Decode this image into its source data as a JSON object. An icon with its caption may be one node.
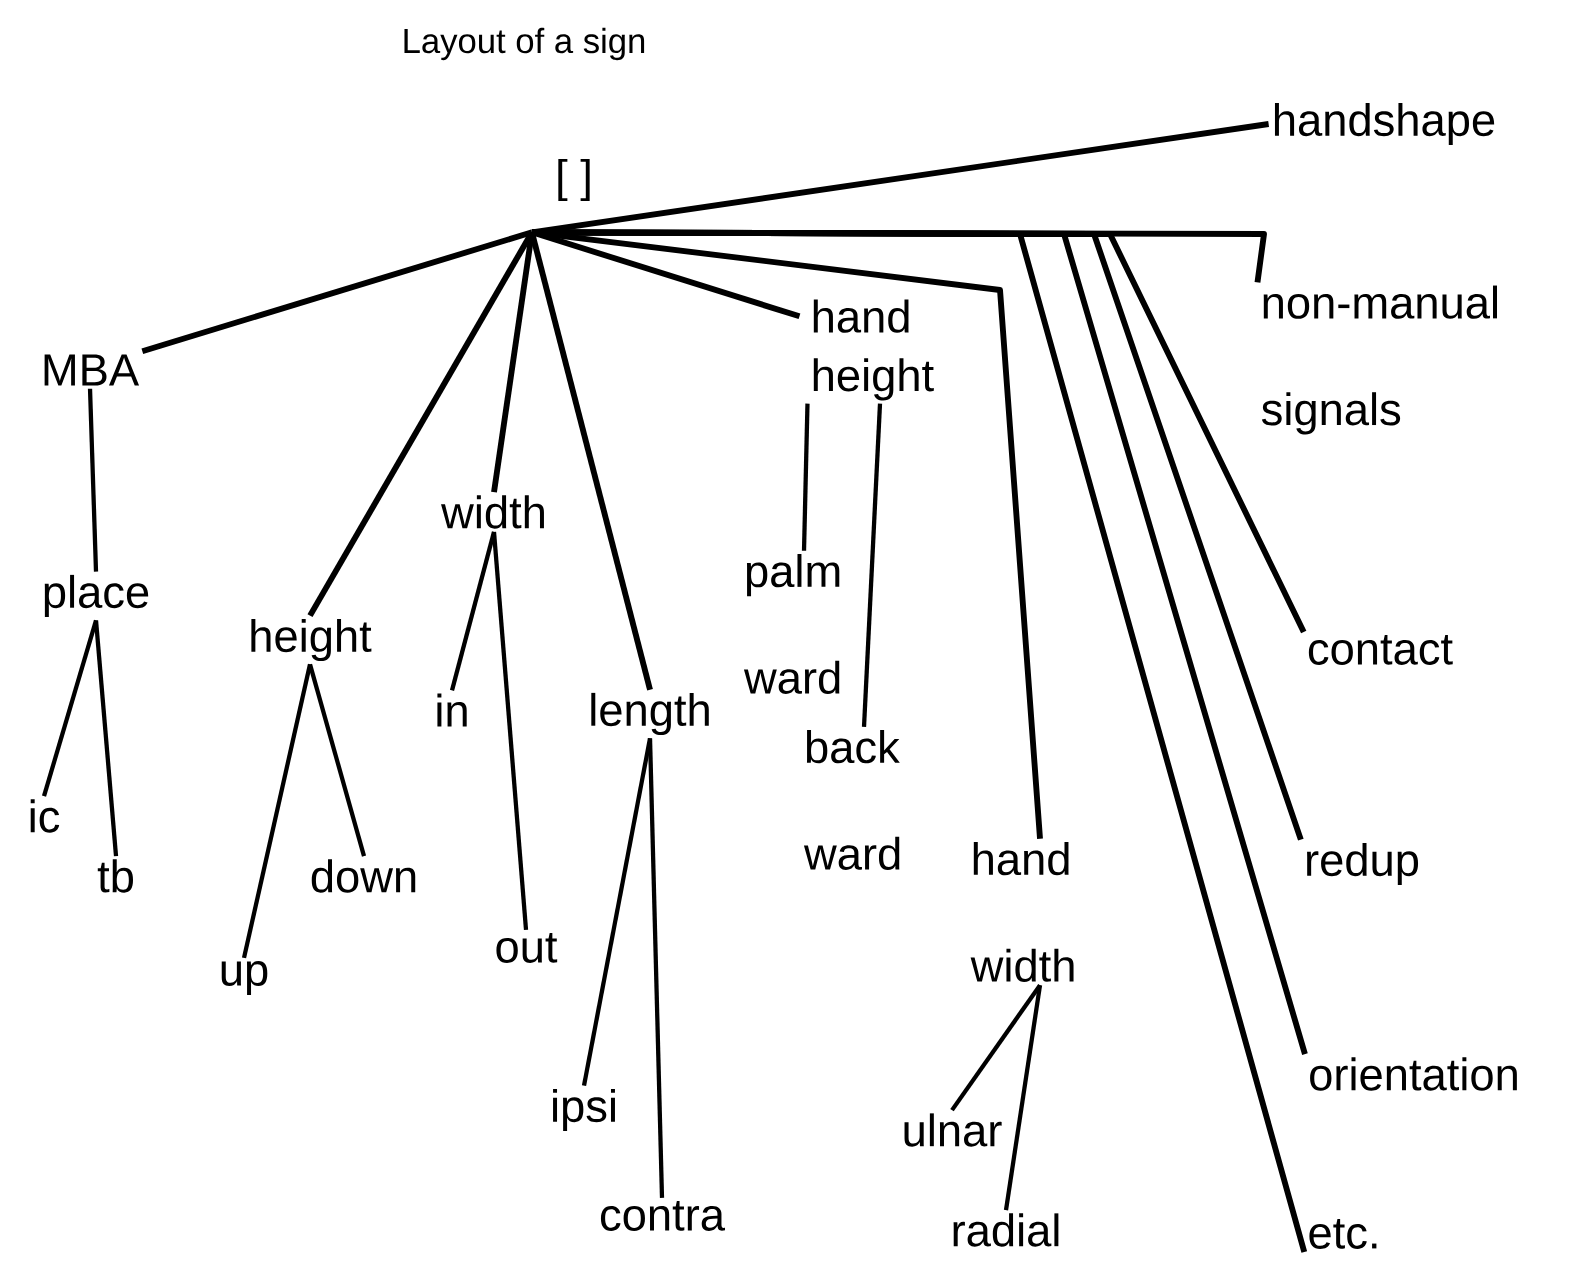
{
  "diagram": {
    "title": "Layout of a sign",
    "nodes": [
      {
        "text": [
          "[ ]"
        ]
      },
      {
        "text": [
          "MBA"
        ]
      },
      {
        "text": [
          "place"
        ]
      },
      {
        "text": [
          "ic"
        ]
      },
      {
        "text": [
          "tb"
        ]
      },
      {
        "text": [
          "height"
        ]
      },
      {
        "text": [
          "up"
        ]
      },
      {
        "text": [
          "down"
        ]
      },
      {
        "text": [
          "width"
        ]
      },
      {
        "text": [
          "in"
        ]
      },
      {
        "text": [
          "out"
        ]
      },
      {
        "text": [
          "length"
        ]
      },
      {
        "text": [
          "ipsi"
        ]
      },
      {
        "text": [
          "contra"
        ]
      },
      {
        "text": [
          "hand height"
        ]
      },
      {
        "text": [
          "palm ward"
        ]
      },
      {
        "text": [
          "back ward"
        ]
      },
      {
        "text": [
          "hand width"
        ]
      },
      {
        "text": [
          "ulnar"
        ]
      },
      {
        "text": [
          "radial"
        ]
      },
      {
        "text": [
          "handshape"
        ]
      },
      {
        "text": [
          "non-manual signals"
        ]
      },
      {
        "text": [
          "contact"
        ]
      },
      {
        "text": [
          "redup"
        ]
      },
      {
        "text": [
          "orientation"
        ]
      },
      {
        "text": [
          "etc."
        ]
      }
    ],
    "edges": [
      {
        "from": 0,
        "to": 1,
        "arrow": "none"
      },
      {
        "from": 0,
        "to": 5,
        "arrow": "none"
      },
      {
        "from": 0,
        "to": 8,
        "arrow": "none"
      },
      {
        "from": 0,
        "to": 11,
        "arrow": "none"
      },
      {
        "from": 0,
        "to": 14,
        "arrow": "none"
      },
      {
        "from": 0,
        "to": 17,
        "arrow": "none"
      },
      {
        "from": 0,
        "to": 20,
        "arrow": "none"
      },
      {
        "from": 0,
        "to": 21,
        "arrow": "none"
      },
      {
        "from": 0,
        "to": 22,
        "arrow": "none"
      },
      {
        "from": 0,
        "to": 23,
        "arrow": "none"
      },
      {
        "from": 0,
        "to": 24,
        "arrow": "none"
      },
      {
        "from": 0,
        "to": 25,
        "arrow": "none"
      },
      {
        "from": 1,
        "to": 2,
        "arrow": "none"
      },
      {
        "from": 2,
        "to": 3,
        "arrow": "none"
      },
      {
        "from": 2,
        "to": 4,
        "arrow": "none"
      },
      {
        "from": 5,
        "to": 6,
        "arrow": "none"
      },
      {
        "from": 5,
        "to": 7,
        "arrow": "none"
      },
      {
        "from": 8,
        "to": 9,
        "arrow": "none"
      },
      {
        "from": 8,
        "to": 10,
        "arrow": "none"
      },
      {
        "from": 11,
        "to": 12,
        "arrow": "none"
      },
      {
        "from": 11,
        "to": 13,
        "arrow": "none"
      },
      {
        "from": 14,
        "to": 15,
        "arrow": "none"
      },
      {
        "from": 14,
        "to": 16,
        "arrow": "none"
      },
      {
        "from": 17,
        "to": 18,
        "arrow": "none"
      },
      {
        "from": 17,
        "to": 19,
        "arrow": "none"
      }
    ]
  }
}
